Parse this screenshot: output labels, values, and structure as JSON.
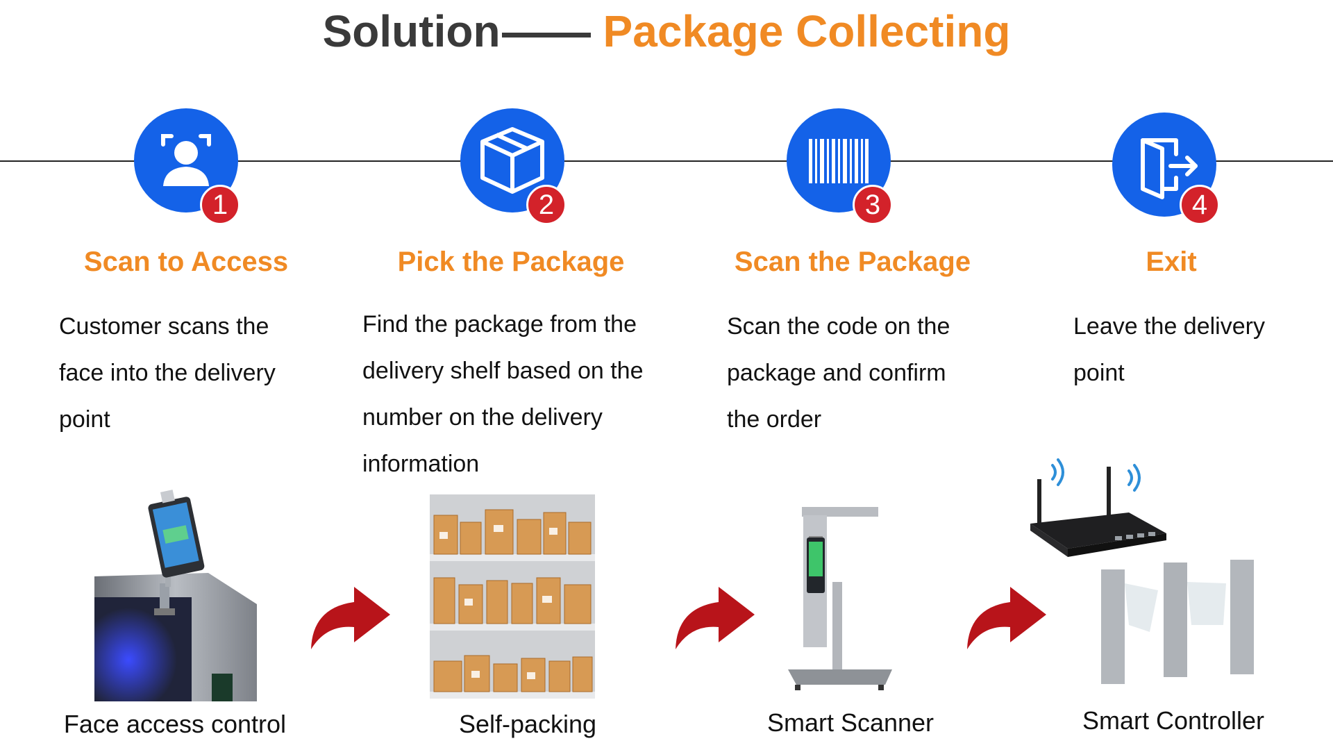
{
  "title": {
    "prefix": "Solution",
    "highlight": "Package Collecting"
  },
  "colors": {
    "accent": "#f08a24",
    "circle": "#1462e8",
    "badge": "#d3222a",
    "arrow": "#b8141a"
  },
  "steps": [
    {
      "number": "1",
      "icon": "face-scan-icon",
      "title": "Scan to Access",
      "desc": [
        "Customer scans the",
        "face into the delivery",
        "point"
      ],
      "caption": "Face access control"
    },
    {
      "number": "2",
      "icon": "box-icon",
      "title": "Pick the Package",
      "desc": [
        "Find the package from the",
        "delivery shelf based on the",
        "number on the delivery",
        "information"
      ],
      "caption": "Self-packing"
    },
    {
      "number": "3",
      "icon": "barcode-icon",
      "title": "Scan the Package",
      "desc": [
        "Scan the code on the",
        "package and confirm",
        "the order"
      ],
      "caption": "Smart Scanner"
    },
    {
      "number": "4",
      "icon": "exit-door-icon",
      "title": "Exit",
      "desc": [
        "Leave the delivery",
        "point"
      ],
      "caption": "Smart Controller"
    }
  ]
}
